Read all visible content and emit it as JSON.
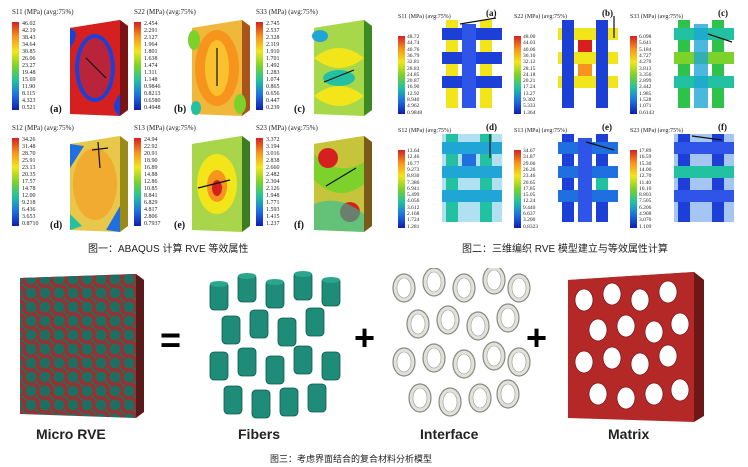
{
  "figure1": {
    "caption": "图一：ABAQUS 计算 RVE 等效属性",
    "panels": [
      {
        "title": "S11 (MPa) (avg:75%)",
        "label": "(a)",
        "ticks": [
          "46.02",
          "42.19",
          "38.43",
          "34.64",
          "30.85",
          "26.06",
          "23.27",
          "19.48",
          "15.69",
          "11.90",
          "8.115",
          "4.323",
          "0.521"
        ]
      },
      {
        "title": "S22 (MPa) (avg:75%)",
        "label": "(b)",
        "ticks": [
          "2.454",
          "2.291",
          "2.127",
          "1.964",
          "1.801",
          "1.638",
          "1.474",
          "1.311",
          "1.148",
          "0.9846",
          "0.8213",
          "0.6580",
          "0.4948"
        ]
      },
      {
        "title": "S33 (MPa) (avg:75%)",
        "label": "(c)",
        "ticks": [
          "2.745",
          "2.537",
          "2.328",
          "2.119",
          "1.910",
          "1.701",
          "1.492",
          "1.283",
          "1.074",
          "0.865",
          "0.656",
          "0.447",
          "0.239"
        ]
      },
      {
        "title": "S12 (MPa) (avg:75%)",
        "label": "(d)",
        "ticks": [
          "34.26",
          "31.48",
          "28.70",
          "25.91",
          "23.13",
          "20.35",
          "17.57",
          "14.78",
          "12.00",
          "9.218",
          "6.436",
          "3.653",
          "0.8710"
        ]
      },
      {
        "title": "S13 (MPa) (avg:75%)",
        "label": "(e)",
        "ticks": [
          "24.94",
          "22.92",
          "20.91",
          "18.90",
          "16.89",
          "14.88",
          "12.86",
          "10.85",
          "8.841",
          "6.829",
          "4.817",
          "2.806",
          "0.7937"
        ]
      },
      {
        "title": "S23 (MPa) (avg:75%)",
        "label": "(f)",
        "ticks": [
          "3.372",
          "3.194",
          "3.016",
          "2.838",
          "2.660",
          "2.482",
          "2.304",
          "2.126",
          "1.948",
          "1.771",
          "1.593",
          "1.415",
          "1.237"
        ]
      }
    ]
  },
  "figure2": {
    "caption": "图二：三维编织 RVE 模型建立与等效属性计算",
    "panels": [
      {
        "title": "S11 (MPa) (avg:75%)",
        "label": "(a)",
        "ticks": [
          "48.72",
          "44.74",
          "40.76",
          "36.79",
          "32.81",
          "28.83",
          "24.85",
          "20.87",
          "16.90",
          "12.92",
          "8.940",
          "4.962",
          "0.9848"
        ]
      },
      {
        "title": "S22 (MPa) (avg:75%)",
        "label": "(b)",
        "ticks": [
          "48.00",
          "44.03",
          "40.06",
          "36.10",
          "32.12",
          "28.15",
          "24.18",
          "20.21",
          "17.24",
          "13.27",
          "9.302",
          "5.333",
          "1.364"
        ]
      },
      {
        "title": "S33 (MPa) (avg:75%)",
        "label": "(c)",
        "ticks": [
          "6.098",
          "5.641",
          "5.184",
          "4.727",
          "4.270",
          "3.813",
          "3.356",
          "2.899",
          "2.442",
          "1.985",
          "1.528",
          "1.071",
          "0.6143"
        ]
      },
      {
        "title": "S12 (MPa) (avg:75%)",
        "label": "(d)",
        "ticks": [
          "13.64",
          "12.46",
          "10.77",
          "9.273",
          "8.830",
          "7.386",
          "6.941",
          "5.499",
          "4.056",
          "3.612",
          "2.168",
          "1.724",
          "1.281"
        ]
      },
      {
        "title": "S13 (MPa) (avg:75%)",
        "label": "(e)",
        "ticks": [
          "34.67",
          "31.87",
          "29.06",
          "26.26",
          "23.46",
          "20.65",
          "17.85",
          "15.05",
          "12.24",
          "9.440",
          "6.637",
          "3.200",
          "0.8323"
        ]
      },
      {
        "title": "S23 (MPa) (avg:75%)",
        "label": "(f)",
        "ticks": [
          "17.89",
          "16.59",
          "15.30",
          "14.00",
          "12.70",
          "11.40",
          "10.10",
          "8.803",
          "7.505",
          "6.206",
          "4.908",
          "3.070",
          "1.109"
        ]
      }
    ]
  },
  "figure3": {
    "caption": "图三：考虑界面结合的复合材料分析模型",
    "labels": [
      "Micro RVE",
      "Fibers",
      "Interface",
      "Matrix"
    ],
    "operators": [
      "=",
      "+",
      "+"
    ]
  },
  "colors": {
    "contour": [
      "#d62020",
      "#f05a1e",
      "#f7941d",
      "#fbc02d",
      "#f2e61b",
      "#c9e31c",
      "#7cd22a",
      "#2fc24a",
      "#22c1a2",
      "#1fa6d6",
      "#1f6fe0",
      "#1c3fd8",
      "#0d1fb0"
    ],
    "fiber": "#1e8c78",
    "interface": "#cfcfc8",
    "matrix": "#b52828",
    "rve": "#9c2f2f"
  }
}
